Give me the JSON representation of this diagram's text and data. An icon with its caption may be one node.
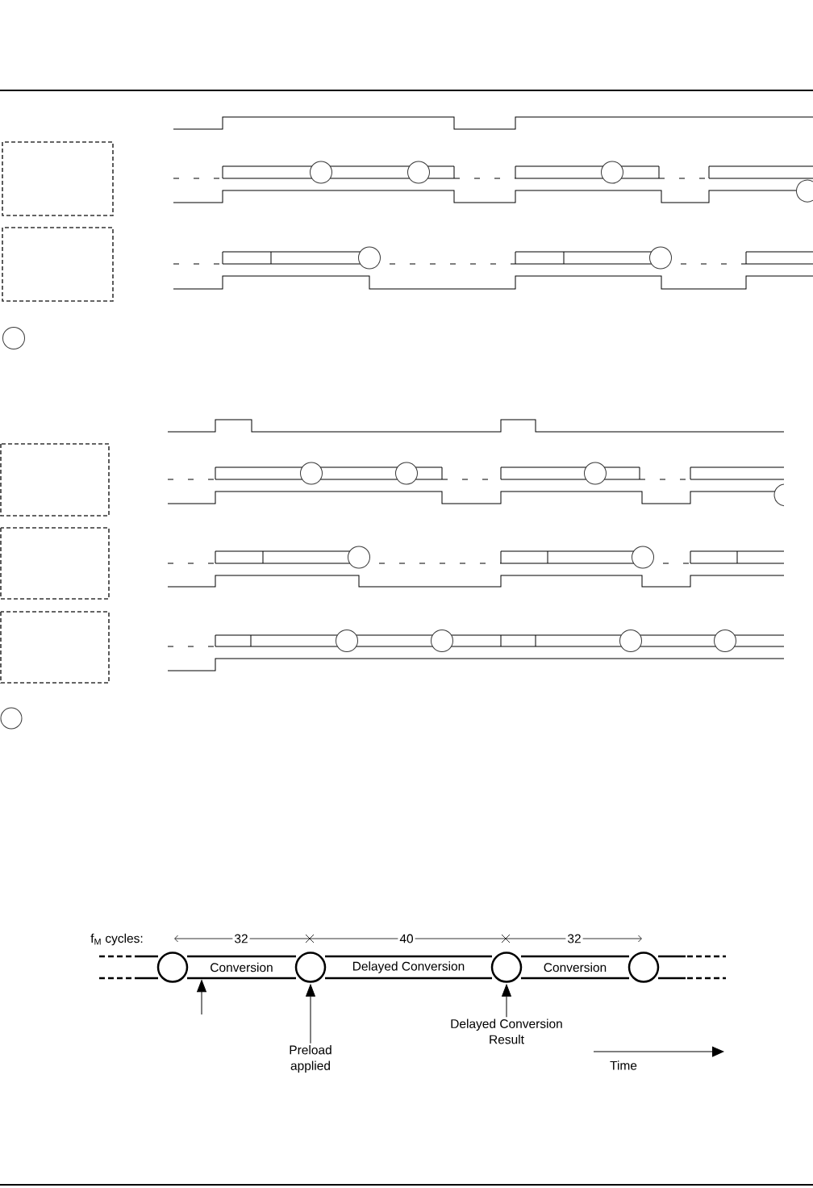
{
  "diagram": {
    "nodes": [
      {
        "text": [],
        "shape": "circle"
      },
      {
        "text": [
          "Conversion"
        ]
      },
      {
        "text": [],
        "shape": "circle"
      },
      {
        "text": [
          "Delayed Conversion"
        ]
      },
      {
        "text": [],
        "shape": "circle"
      },
      {
        "text": [
          "Conversion"
        ]
      },
      {
        "text": [],
        "shape": "circle"
      },
      {
        "text": [
          "Preload applied"
        ]
      },
      {
        "text": [
          "Delayed Conversion Result"
        ]
      }
    ],
    "edges": [
      {
        "from": null,
        "to": 1,
        "arrow": "to"
      },
      {
        "from": 7,
        "to": 2,
        "arrow": "to"
      },
      {
        "from": 8,
        "to": 4,
        "arrow": "to"
      }
    ],
    "labels": [
      "f$_{M}$ cycles:",
      "32",
      "40",
      "32",
      "Time"
    ]
  }
}
